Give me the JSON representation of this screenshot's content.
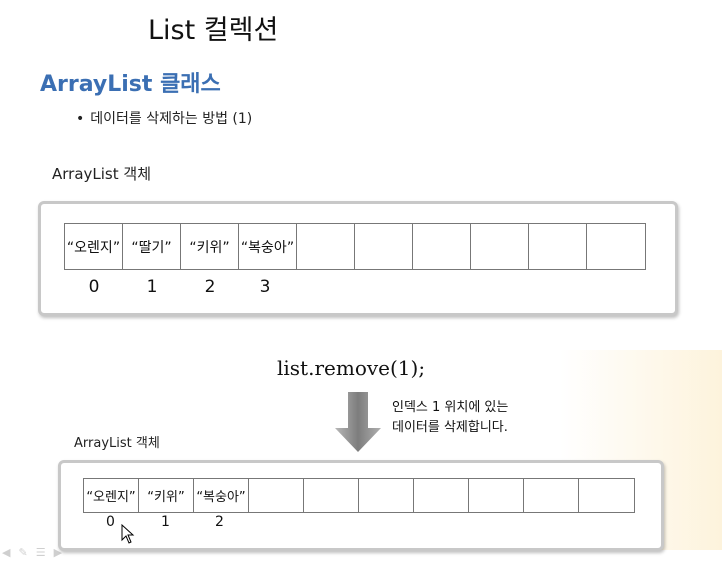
{
  "slide": {
    "title": "List 컬렉션",
    "subtitle": "ArrayList 클래스",
    "bullet": "데이터를 삭제하는 방법 (1)"
  },
  "before": {
    "label": "ArrayList 객체",
    "cells": [
      "“오렌지”",
      "“딸기”",
      "“키위”",
      "“복숭아”",
      "",
      "",
      "",
      "",
      "",
      ""
    ],
    "indices": [
      "0",
      "1",
      "2",
      "3"
    ]
  },
  "operation": {
    "code": "list.remove(1);",
    "note_line1": "인덱스 1 위치에 있는",
    "note_line2": "데이터를 삭제합니다."
  },
  "after": {
    "label": "ArrayList 객체",
    "cells": [
      "“오렌지”",
      "“키위”",
      "“복숭아”",
      "",
      "",
      "",
      "",
      "",
      "",
      ""
    ],
    "indices": [
      "0",
      "1",
      "2"
    ]
  },
  "icons": {
    "arrow": "down-arrow-icon",
    "cursor": "mouse-cursor-icon"
  },
  "colors": {
    "subtitle": "#3b6fb3",
    "arrow": "#8a8a8a",
    "frame_border": "#c8c8c8"
  }
}
